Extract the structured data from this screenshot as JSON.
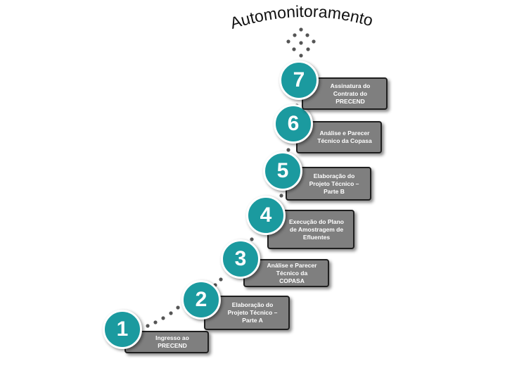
{
  "title": "Automonitoramento",
  "steps": [
    {
      "number": "1",
      "label": "Ingresso ao PRECEND"
    },
    {
      "number": "2",
      "label": "Elaboração do Projeto Técnico – Parte A"
    },
    {
      "number": "3",
      "label": "Análise e Parecer Técnico da COPASA"
    },
    {
      "number": "4",
      "label": "Execução do Plano de Amostragem de Efluentes"
    },
    {
      "number": "5",
      "label": "Elaboração do Projeto Técnico – Parte B"
    },
    {
      "number": "6",
      "label": "Análise e Parecer Técnico da Copasa"
    },
    {
      "number": "7",
      "label": "Assinatura do Contrato do PRECEND"
    }
  ],
  "colors": {
    "circle": "#1b9a9f",
    "box": "#7f7f7f",
    "dots": "#555555"
  }
}
